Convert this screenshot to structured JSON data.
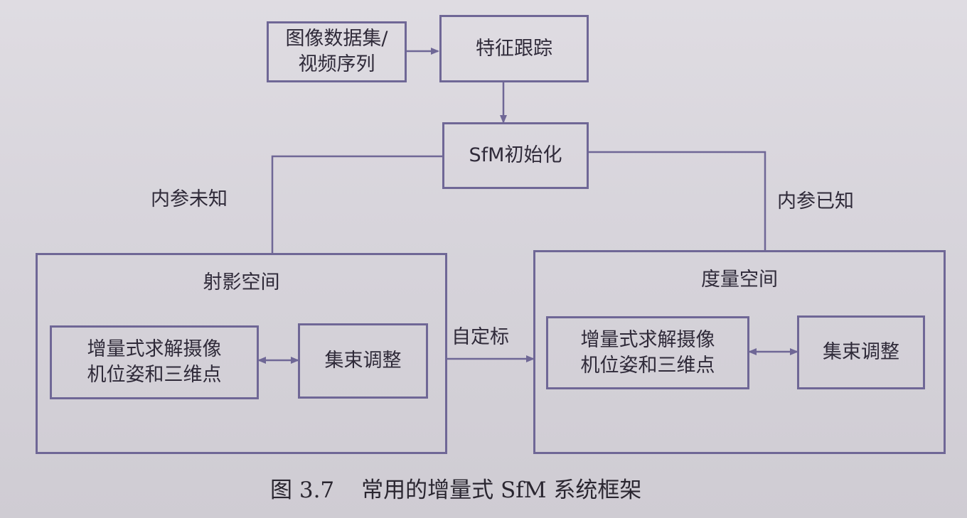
{
  "nodes": {
    "dataset": "图像数据集/\n视频序列",
    "feature_tracking": "特征跟踪",
    "sfm_init": "SfM初始化",
    "projective_solve": "增量式求解摄像\n机位姿和三维点",
    "projective_ba": "集束调整",
    "metric_solve": "增量式求解摄像\n机位姿和三维点",
    "metric_ba": "集束调整"
  },
  "containers": {
    "projective_space": "射影空间",
    "metric_space": "度量空间"
  },
  "labels": {
    "intrinsics_unknown": "内参未知",
    "intrinsics_known": "内参已知",
    "self_calibration": "自定标"
  },
  "caption": {
    "number": "图 3.7",
    "title": "常用的增量式 SfM 系统框架"
  },
  "colors": {
    "stroke": "#6f6796",
    "text": "#2f2a39",
    "background": "#d6d3d9"
  }
}
